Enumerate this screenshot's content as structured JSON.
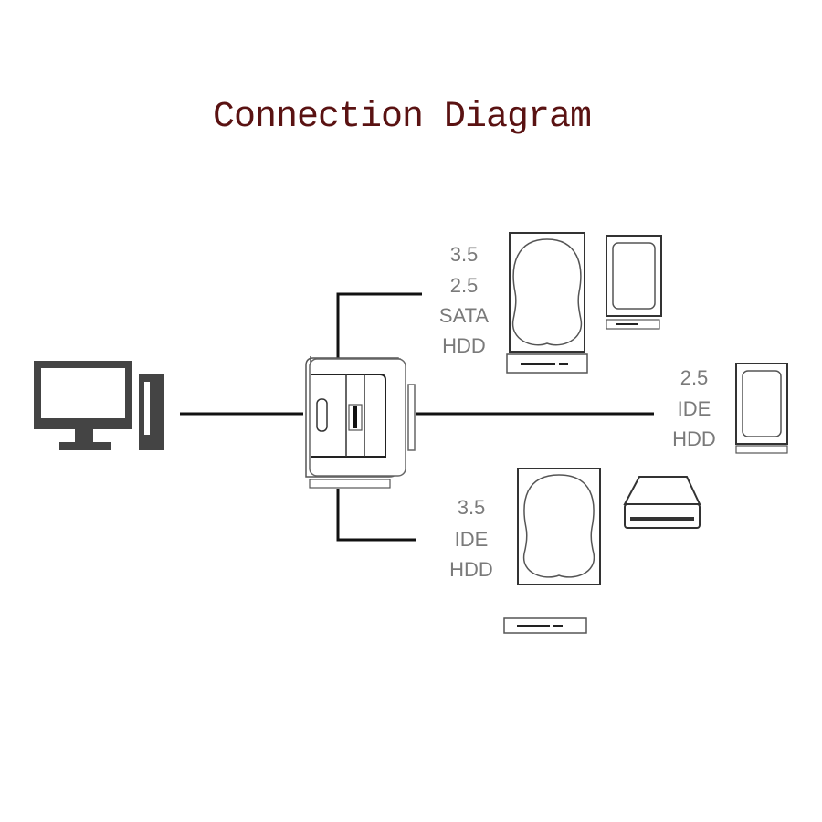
{
  "title": "Connection Diagram",
  "labels": {
    "sata": [
      "3.5",
      "2.5",
      "SATA",
      "HDD"
    ],
    "ide25": [
      "2.5",
      "IDE",
      "HDD"
    ],
    "ide35": [
      "3.5",
      "IDE",
      "HDD"
    ]
  },
  "colors": {
    "title": "#5a1212",
    "label": "#7a7a7a",
    "line": "#111111"
  }
}
